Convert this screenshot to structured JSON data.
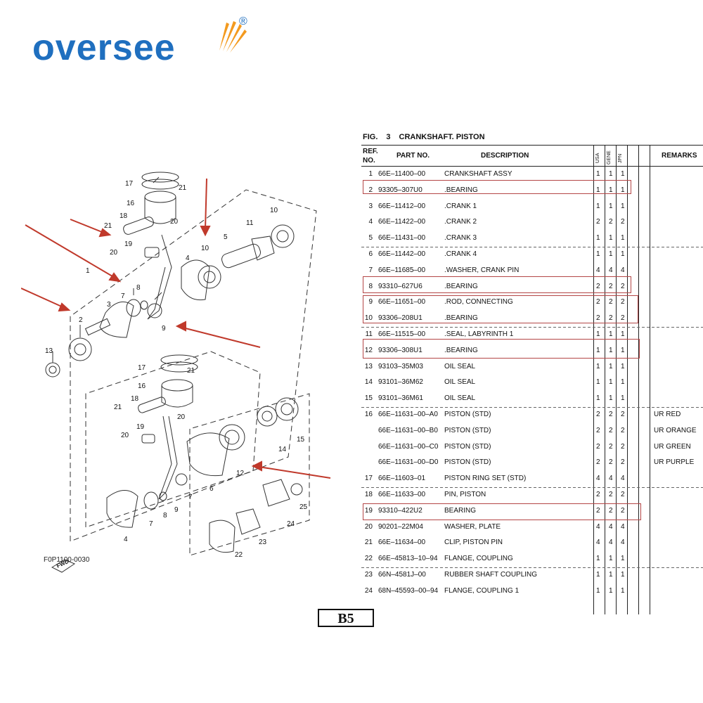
{
  "logo": {
    "text": "oversee",
    "reg": "®"
  },
  "diagram": {
    "code": "F0P1100-0030",
    "fwd": "FWD"
  },
  "figure": {
    "fig_label": "FIG.",
    "fig_number": "3",
    "title": "CRANKSHAFT. PISTON"
  },
  "table": {
    "headers": {
      "ref": "REF.",
      "ref2": "NO.",
      "part": "PART NO.",
      "desc": "DESCRIPTION",
      "usa": "USA",
      "gene": "GENE",
      "jpn": "JPN",
      "remarks": "REMARKS"
    },
    "rows": [
      {
        "ref": "1",
        "part": "66E–11400–00",
        "desc": "CRANKSHAFT ASSY",
        "q": [
          "1",
          "1",
          "1"
        ],
        "rem": ""
      },
      {
        "ref": "2",
        "part": "93305–307U0",
        "desc": ".BEARING",
        "q": [
          "1",
          "1",
          "1"
        ],
        "rem": ""
      },
      {
        "ref": "3",
        "part": "66E–11412–00",
        "desc": ".CRANK 1",
        "q": [
          "1",
          "1",
          "1"
        ],
        "rem": ""
      },
      {
        "ref": "4",
        "part": "66E–11422–00",
        "desc": ".CRANK 2",
        "q": [
          "2",
          "2",
          "2"
        ],
        "rem": ""
      },
      {
        "ref": "5",
        "part": "66E–11431–00",
        "desc": ".CRANK 3",
        "q": [
          "1",
          "1",
          "1"
        ],
        "rem": ""
      },
      {
        "ref": "6",
        "part": "66E–11442–00",
        "desc": ".CRANK 4",
        "q": [
          "1",
          "1",
          "1"
        ],
        "rem": ""
      },
      {
        "ref": "7",
        "part": "66E–11685–00",
        "desc": ".WASHER, CRANK PIN",
        "q": [
          "4",
          "4",
          "4"
        ],
        "rem": ""
      },
      {
        "ref": "8",
        "part": "93310–627U6",
        "desc": ".BEARING",
        "q": [
          "2",
          "2",
          "2"
        ],
        "rem": ""
      },
      {
        "ref": "9",
        "part": "66E–11651–00",
        "desc": ".ROD, CONNECTING",
        "q": [
          "2",
          "2",
          "2"
        ],
        "rem": ""
      },
      {
        "ref": "10",
        "part": "93306–208U1",
        "desc": ".BEARING",
        "q": [
          "2",
          "2",
          "2"
        ],
        "rem": ""
      },
      {
        "ref": "11",
        "part": "66E–11515–00",
        "desc": ".SEAL, LABYRINTH 1",
        "q": [
          "1",
          "1",
          "1"
        ],
        "rem": ""
      },
      {
        "ref": "12",
        "part": "93306–308U1",
        "desc": ".BEARING",
        "q": [
          "1",
          "1",
          "1"
        ],
        "rem": ""
      },
      {
        "ref": "13",
        "part": "93103–35M03",
        "desc": "OIL SEAL",
        "q": [
          "1",
          "1",
          "1"
        ],
        "rem": ""
      },
      {
        "ref": "14",
        "part": "93101–36M62",
        "desc": "OIL SEAL",
        "q": [
          "1",
          "1",
          "1"
        ],
        "rem": ""
      },
      {
        "ref": "15",
        "part": "93101–36M61",
        "desc": "OIL SEAL",
        "q": [
          "1",
          "1",
          "1"
        ],
        "rem": ""
      },
      {
        "ref": "16",
        "part": "66E–11631–00–A0",
        "desc": "PISTON (STD)",
        "q": [
          "2",
          "2",
          "2"
        ],
        "rem": "UR RED"
      },
      {
        "ref": "",
        "part": "66E–11631–00–B0",
        "desc": "PISTON (STD)",
        "q": [
          "2",
          "2",
          "2"
        ],
        "rem": "UR ORANGE"
      },
      {
        "ref": "",
        "part": "66E–11631–00–C0",
        "desc": "PISTON (STD)",
        "q": [
          "2",
          "2",
          "2"
        ],
        "rem": "UR GREEN"
      },
      {
        "ref": "",
        "part": "66E–11631–00–D0",
        "desc": "PISTON (STD)",
        "q": [
          "2",
          "2",
          "2"
        ],
        "rem": "UR PURPLE"
      },
      {
        "ref": "17",
        "part": "66E–11603–01",
        "desc": "PISTON RING SET (STD)",
        "q": [
          "4",
          "4",
          "4"
        ],
        "rem": ""
      },
      {
        "ref": "18",
        "part": "66E–11633–00",
        "desc": "PIN, PISTON",
        "q": [
          "2",
          "2",
          "2"
        ],
        "rem": ""
      },
      {
        "ref": "19",
        "part": "93310–422U2",
        "desc": "BEARING",
        "q": [
          "2",
          "2",
          "2"
        ],
        "rem": ""
      },
      {
        "ref": "20",
        "part": "90201–22M04",
        "desc": "WASHER, PLATE",
        "q": [
          "4",
          "4",
          "4"
        ],
        "rem": ""
      },
      {
        "ref": "21",
        "part": "66E–11634–00",
        "desc": "CLIP, PISTON PIN",
        "q": [
          "4",
          "4",
          "4"
        ],
        "rem": ""
      },
      {
        "ref": "22",
        "part": "66E–45813–10–94",
        "desc": "FLANGE, COUPLING",
        "q": [
          "1",
          "1",
          "1"
        ],
        "rem": ""
      },
      {
        "ref": "23",
        "part": "66N–4581J–00",
        "desc": "RUBBER SHAFT COUPLING",
        "q": [
          "1",
          "1",
          "1"
        ],
        "rem": ""
      },
      {
        "ref": "24",
        "part": "68N–45593–00–94",
        "desc": "FLANGE, COUPLING 1",
        "q": [
          "1",
          "1",
          "1"
        ],
        "rem": ""
      }
    ]
  },
  "page": {
    "label": "B5"
  },
  "callouts": [
    "1",
    "2",
    "3",
    "4",
    "5",
    "6",
    "7",
    "8",
    "9",
    "10",
    "11",
    "12",
    "13",
    "14",
    "15",
    "16",
    "17",
    "18",
    "19",
    "20",
    "21",
    "22",
    "23",
    "24",
    "25"
  ],
  "colors": {
    "logo_blue": "#1f6fbf",
    "logo_orange": "#f39a1f",
    "highlight": "#b44646",
    "arrow_red": "#c0392b"
  }
}
